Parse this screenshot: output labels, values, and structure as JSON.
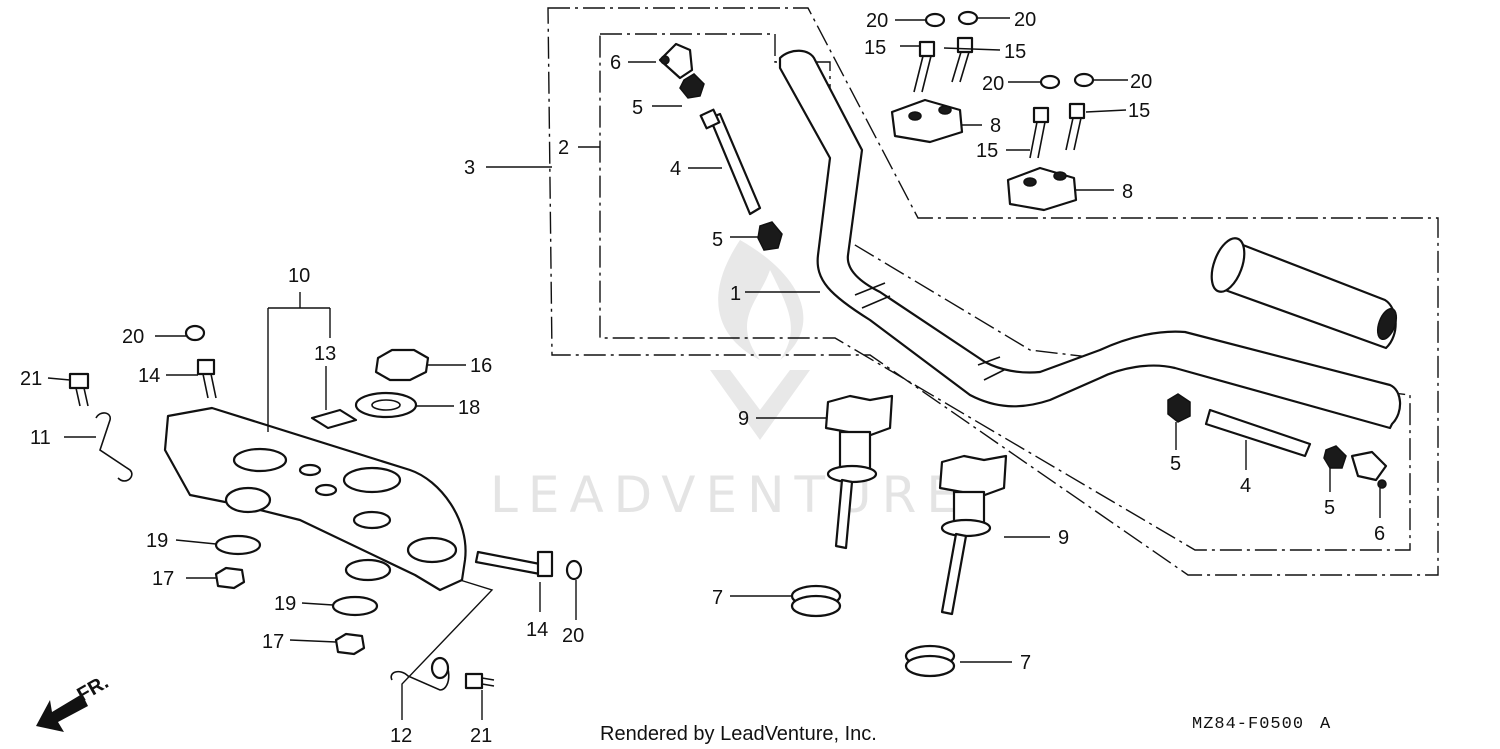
{
  "diagram": {
    "footer": {
      "credit": "Rendered by LeadVenture, Inc.",
      "figure_code": "MZ84-F0500",
      "figure_rev": "A"
    },
    "watermark": {
      "text": "LEADVENTURE"
    },
    "direction": {
      "label": "FR."
    },
    "callouts": [
      "1",
      "2",
      "3",
      "4",
      "5",
      "6",
      "7",
      "8",
      "9",
      "10",
      "11",
      "12",
      "13",
      "14",
      "15",
      "16",
      "17",
      "18",
      "19",
      "20",
      "21"
    ],
    "label_instances": {
      "c1": "1",
      "c2": "2",
      "c3": "3",
      "c4a": "4",
      "c4b": "4",
      "c5a": "5",
      "c5b": "5",
      "c5c": "5",
      "c5d": "5",
      "c6a": "6",
      "c6b": "6",
      "c7a": "7",
      "c7b": "7",
      "c8a": "8",
      "c8b": "8",
      "c9a": "9",
      "c9b": "9",
      "c10": "10",
      "c11": "11",
      "c12": "12",
      "c13": "13",
      "c14a": "14",
      "c14b": "14",
      "c15a": "15",
      "c15b": "15",
      "c15c": "15",
      "c15d": "15",
      "c16": "16",
      "c17a": "17",
      "c17b": "17",
      "c18": "18",
      "c19a": "19",
      "c19b": "19",
      "c20a": "20",
      "c20b": "20",
      "c20c": "20",
      "c20d": "20",
      "c20e": "20",
      "c20f": "20",
      "c21a": "21",
      "c21b": "21"
    }
  }
}
